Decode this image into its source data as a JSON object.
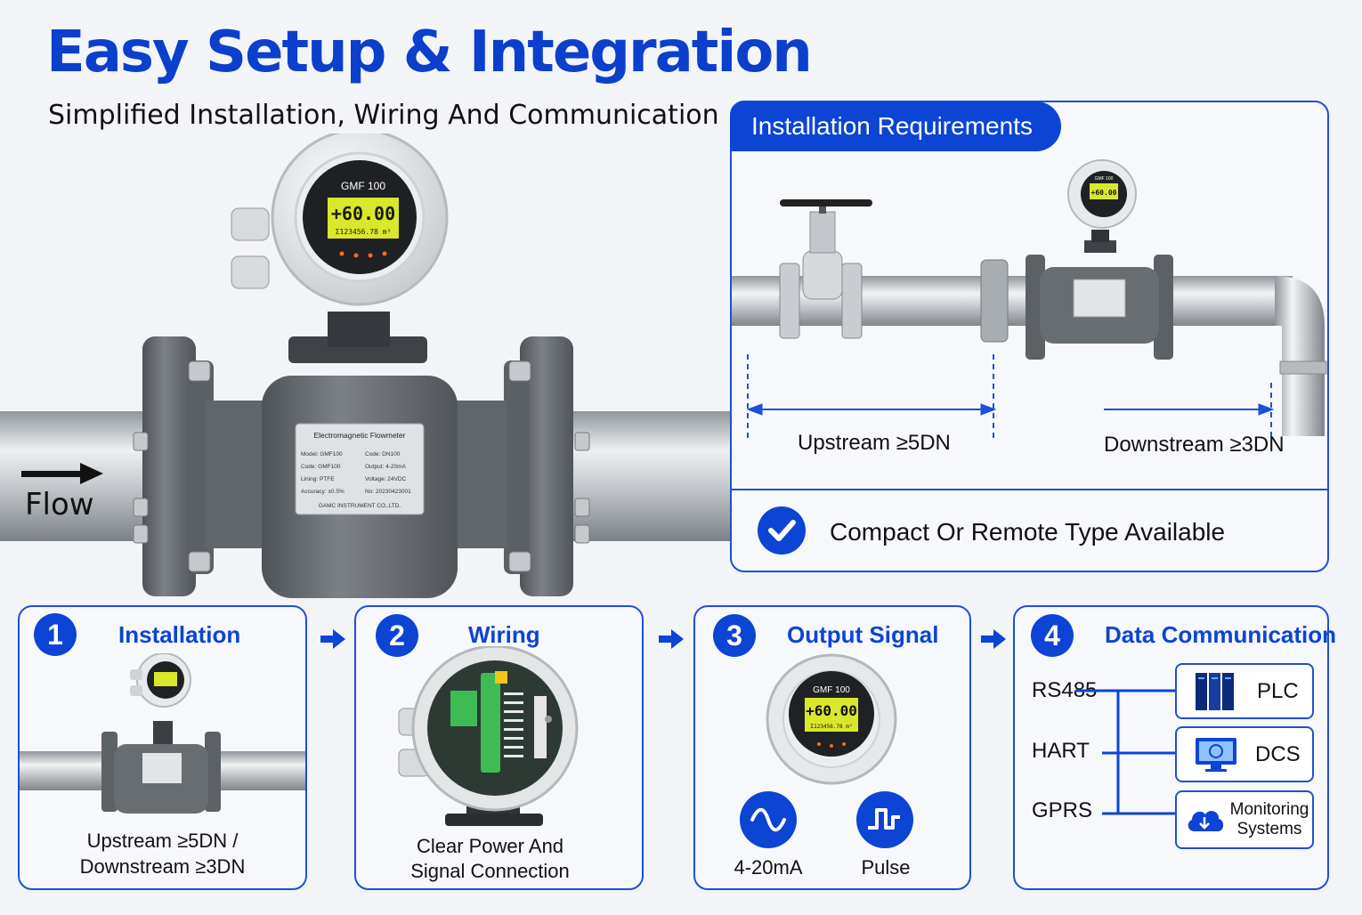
{
  "header": {
    "title": "Easy Setup & Integration",
    "subtitle": "Simplified Installation, Wiring And Communication"
  },
  "hero": {
    "flow_label": "Flow",
    "display_model": "GMF 100",
    "display_value": "+60.00",
    "display_total": "Σ123456.78 m³",
    "nameplate": {
      "title": "Electromagnetic Flowmeter",
      "rows": [
        [
          "Model: GMF100",
          "Code: DN100"
        ],
        [
          "Code: GMF100",
          "Output: 4-20mA"
        ],
        [
          "Lining: PTFE",
          "Voltage: 24VDC"
        ],
        [
          "Accuracy: ±0.5%",
          "No: 20230423001"
        ]
      ],
      "maker": "GAMC INSTRUMENT CO.,LTD."
    }
  },
  "requirements": {
    "tab": "Installation Requirements",
    "upstream": "Upstream ≥5DN",
    "downstream": "Downstream ≥3DN",
    "note": "Compact Or Remote Type Available",
    "mini_display_model": "GMF 100",
    "mini_display_value": "+60.00"
  },
  "steps": [
    {
      "num": "1",
      "title": "Installation",
      "caption_1": "Upstream ≥5DN /",
      "caption_2": "Downstream ≥3DN"
    },
    {
      "num": "2",
      "title": "Wiring",
      "caption_1": "Clear Power And",
      "caption_2": "Signal Connection"
    },
    {
      "num": "3",
      "title": "Output Signal",
      "signal_1": "4-20mA",
      "signal_2": "Pulse",
      "display_model": "GMF 100",
      "display_value": "+60.00",
      "display_total": "Σ123456.78 m³"
    },
    {
      "num": "4",
      "title": "Data Communication",
      "protocols": [
        "RS485",
        "HART",
        "GPRS"
      ],
      "systems": [
        "PLC",
        "DCS",
        "Monitoring",
        "Systems"
      ]
    }
  ],
  "colors": {
    "brand_blue": "#0c44d4",
    "meter_gray": "#6b7076",
    "lcd": "#d9e82a"
  }
}
